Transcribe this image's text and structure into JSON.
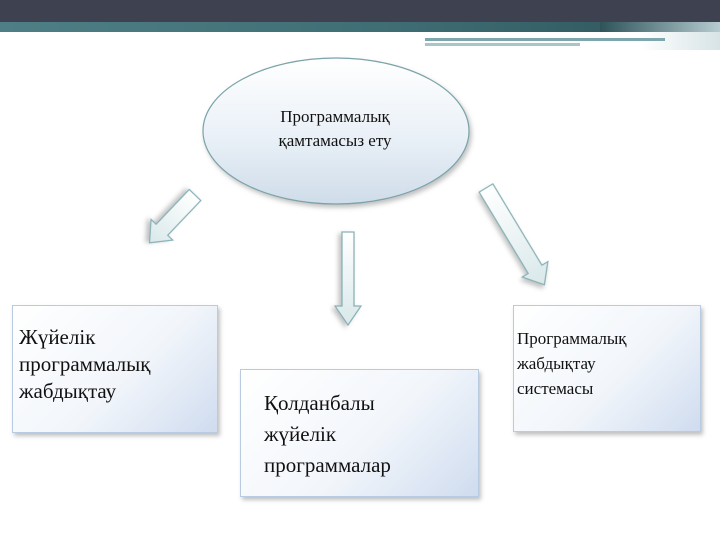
{
  "root": {
    "line1": "Программалық",
    "line2": "қамтамасыз ету"
  },
  "branches": {
    "left": {
      "line1": "Жүйелік",
      "line2": "программалық",
      "line3": "жабдықтау"
    },
    "middle": {
      "line1": "Қолданбалы",
      "line2": "жүйелік",
      "line3": "программалар"
    },
    "right": {
      "line1": "Программалық",
      "line2": "жабдықтау",
      "line3": "системасы"
    }
  },
  "colors": {
    "header_dark": "#3e4150",
    "header_teal": "#4f7f86",
    "box_border": "#b8cbe1",
    "ellipse_border": "#7aa3a8",
    "arrow_fill": "#eef5f6"
  }
}
